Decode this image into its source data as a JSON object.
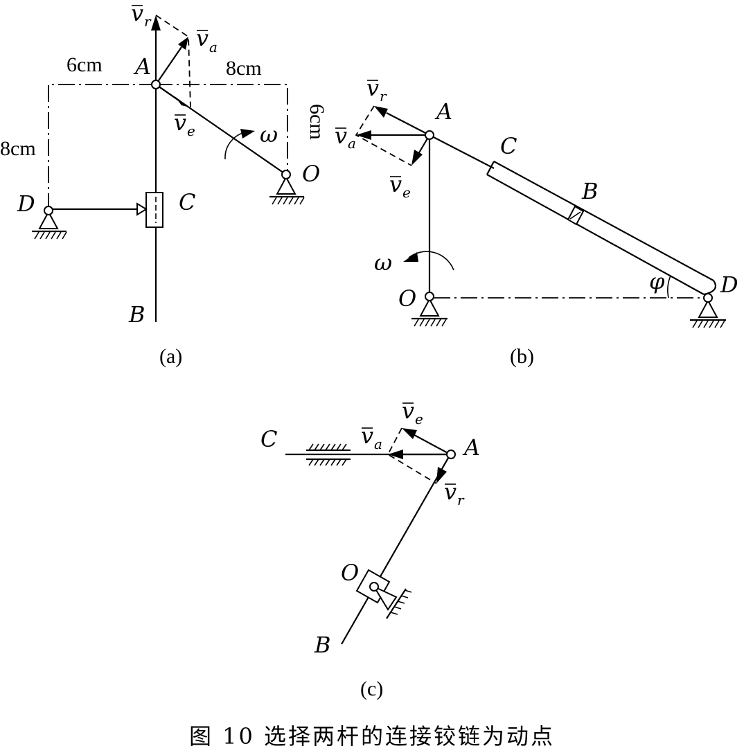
{
  "figure": {
    "caption": "图 10   选择两杆的连接铰链为动点"
  },
  "panel_a": {
    "label": "(a)",
    "points": {
      "A": "A",
      "B": "B",
      "C": "C",
      "D": "D",
      "O": "O"
    },
    "dims": {
      "left_h": "6cm",
      "right_h": "8cm",
      "left_v": "8cm",
      "right_v": "6cm"
    },
    "vectors": {
      "v": "v",
      "r": "r",
      "a": "a",
      "e": "e"
    },
    "omega": "ω"
  },
  "panel_b": {
    "label": "(b)",
    "points": {
      "A": "A",
      "B": "B",
      "C": "C",
      "D": "D",
      "O": "O"
    },
    "vectors": {
      "v": "v",
      "r": "r",
      "a": "a",
      "e": "e"
    },
    "omega": "ω",
    "phi": "φ"
  },
  "panel_c": {
    "label": "(c)",
    "points": {
      "A": "A",
      "B": "B",
      "C": "C",
      "O": "O"
    },
    "vectors": {
      "v": "v",
      "r": "r",
      "a": "a",
      "e": "e"
    }
  }
}
